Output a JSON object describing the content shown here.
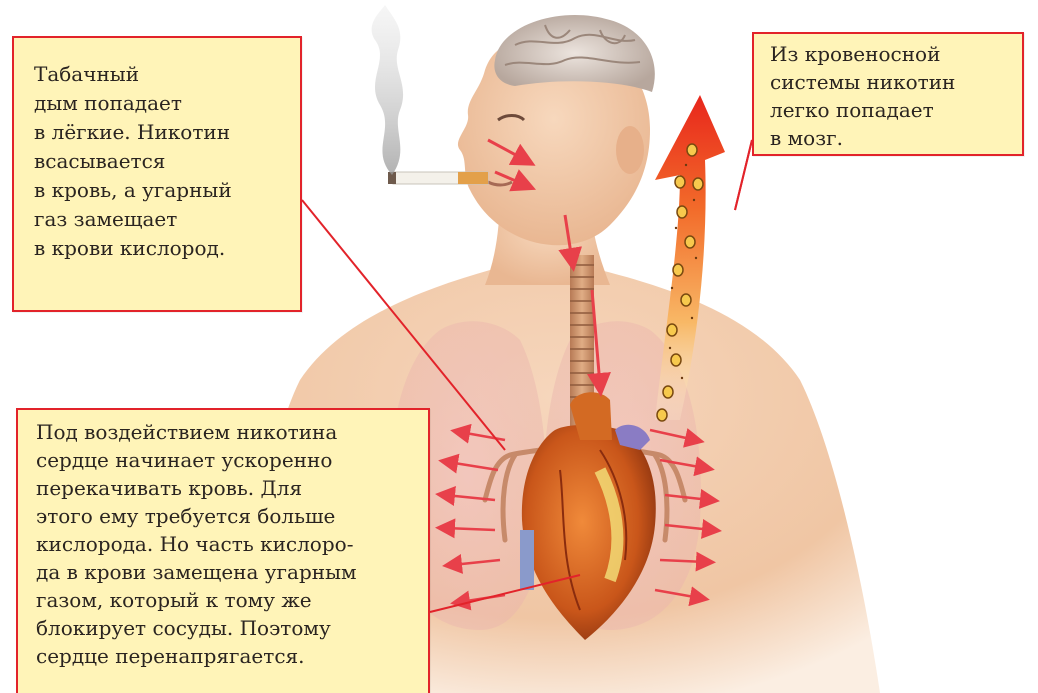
{
  "callouts": {
    "smoke": {
      "lines": [
        "Табачный",
        "дым попадает",
        "в лёгкие. Никотин",
        "всасывается",
        "в кровь, а угарный",
        "газ замещает",
        "в крови кислород."
      ]
    },
    "brain": {
      "lines": [
        "Из кровеносной",
        "системы никотин",
        "легко попадает",
        "в мозг."
      ]
    },
    "heart": {
      "lines": [
        "Под воздействием никотина",
        "сердце начинает ускоренно",
        "перекачивать кровь. Для",
        "этого ему требуется больше",
        "кислорода. Но часть кислоро-",
        "да в крови замещена угарным",
        "газом, который к тому же",
        "блокирует сосуды. Поэтому",
        "сердце перенапрягается."
      ]
    }
  },
  "colors": {
    "callout_fill": "#fff4b8",
    "callout_border": "#e2232a",
    "skin": "#f2c9a6",
    "arrow_red": "#e8404a",
    "nicotine_arrow_top": "#e8261c",
    "nicotine_arrow_bottom": "#fff3d6",
    "heart": "#d2661f"
  }
}
